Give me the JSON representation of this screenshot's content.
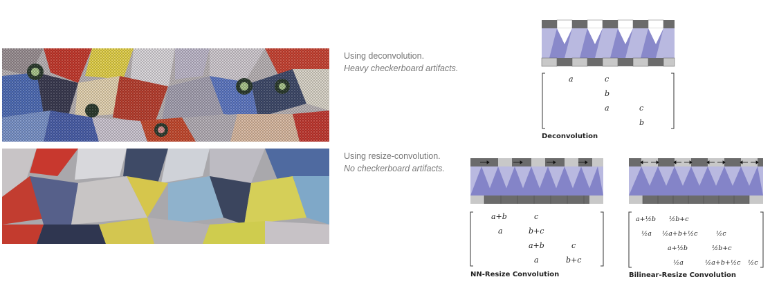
{
  "captions": {
    "deconv": {
      "title": "Using deconvolution.",
      "sub": "Heavy checkerboard artifacts."
    },
    "resize": {
      "title": "Using resize-convolution.",
      "sub": "No checkerboard artifacts."
    }
  },
  "diagram_labels": {
    "deconvolution": "Deconvolution",
    "nn_resize": "NN-Resize Convolution",
    "bilinear_resize": "Bilinear-Resize Convolution"
  },
  "deconv_matrix": {
    "rows": [
      [
        "a",
        "c",
        "",
        ""
      ],
      [
        "",
        "b",
        "",
        ""
      ],
      [
        "",
        "a",
        "c",
        ""
      ],
      [
        "",
        "",
        "b",
        ""
      ]
    ]
  },
  "nn_matrix": {
    "rows": [
      [
        "a+b",
        "c",
        "",
        ""
      ],
      [
        "a",
        "b+c",
        "",
        ""
      ],
      [
        "",
        "a+b",
        "c",
        ""
      ],
      [
        "",
        "a",
        "b+c",
        ""
      ]
    ]
  },
  "bilinear_matrix": {
    "rows": [
      [
        "a+½b",
        "½b+c",
        "",
        ""
      ],
      [
        "½a",
        "½a+b+½c",
        "½c",
        ""
      ],
      [
        "",
        "a+½b",
        "½b+c",
        ""
      ],
      [
        "",
        "½a",
        "½a+b+½c",
        "½c"
      ]
    ]
  },
  "colors": {
    "dark_cell": "#6b6b6b",
    "light_cell": "#c8c8c8",
    "white_cell": "#ffffff",
    "band": "#b9b9e0",
    "triangle": "#8484c8"
  }
}
